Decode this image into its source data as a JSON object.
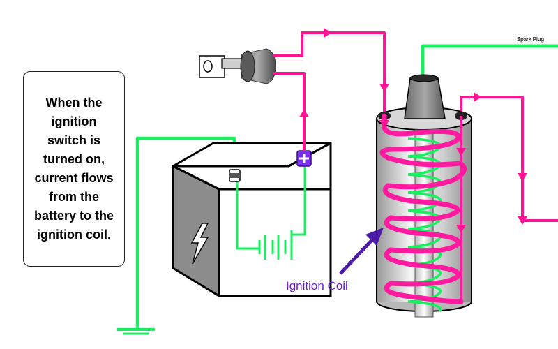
{
  "caption": {
    "text": "When the ignition switch is turned on, current flows from the battery to the ignition coil."
  },
  "labels": {
    "ignition_coil": "Ignition Coil",
    "cutoff_right": "Spark Plug",
    "battery_negative_symbol": "−",
    "battery_positive_symbol": "+"
  },
  "colors": {
    "primary_circuit": "#ff1493",
    "ground_and_secondary": "#19f060",
    "label_purple": "#6a1bd6",
    "positive_terminal": "#7b2cf0",
    "battery_side": "#808080",
    "coil_body": "#d8d8d8"
  },
  "icons": {
    "ignition_key": "ignition-key-icon",
    "lightning": "lightning-bolt-icon",
    "ground": "ground-symbol-icon"
  }
}
